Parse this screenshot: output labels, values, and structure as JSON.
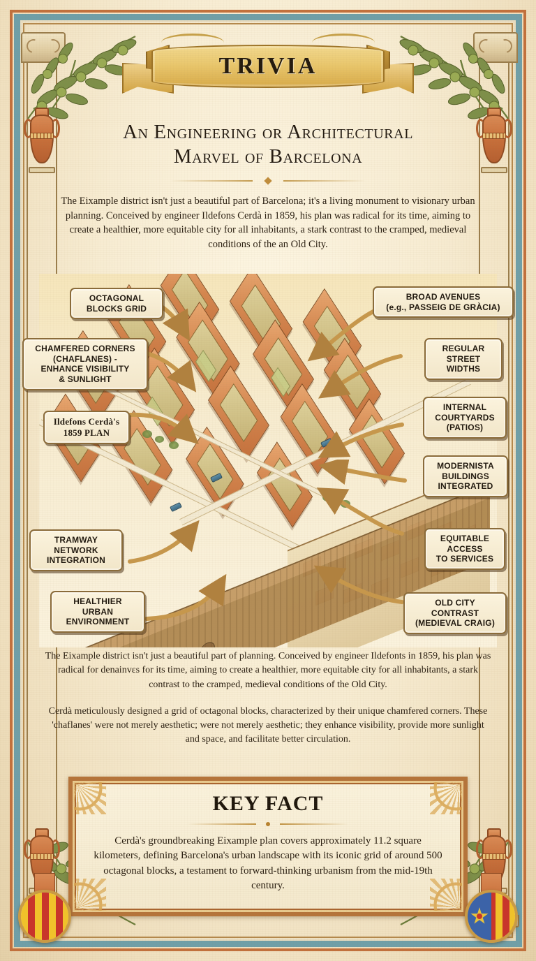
{
  "banner": {
    "title": "TRIVIA"
  },
  "header": {
    "title_line_1": "An Engineering or Architectural",
    "title_line_2": "Marvel of Barcelona"
  },
  "intro": {
    "text": "The Eixample district isn't just a beautiful part of Barcelona; it's a living monument to visionary urban planning. Conceived by engineer Ildefons Cerdà in 1859, his plan was radical for its time, aiming to create a healthier, more equitable city for all inhabitants, a stark contrast to the cramped, medieval conditions of the an Old City."
  },
  "illustration": {
    "description": "Isometric aerial illustration of Barcelona's Eixample octagonal city blocks with terracotta roofs, broad avenues, trams, internal courtyards and the contrasting medieval Old City",
    "callouts": [
      {
        "id": "octagonal-blocks-grid",
        "lines": [
          "OCTAGONAL",
          "BLOCKS GRID"
        ]
      },
      {
        "id": "chamfered-corners",
        "lines": [
          "CHAMFERED CORNERS",
          "(CHAFLANES) -",
          "ENHANCE VISIBILITY",
          "& SUNLIGHT"
        ]
      },
      {
        "id": "cerda-1859-plan",
        "lines": [
          "Ildefons Cerdà's",
          "1859 PLAN"
        ]
      },
      {
        "id": "tramway-network-integration",
        "lines": [
          "TRAMWAY",
          "NETWORK",
          "INTEGRATION"
        ]
      },
      {
        "id": "healthier-urban-environment",
        "lines": [
          "HEALTHIER",
          "URBAN",
          "ENVIRONMENT"
        ]
      },
      {
        "id": "broad-avenues",
        "lines": [
          "BROAD AVENUES",
          "(e.g., PASSEIG DE GRÀCIA)"
        ]
      },
      {
        "id": "regular-street-widths",
        "lines": [
          "REGULAR",
          "STREET",
          "WIDTHS"
        ]
      },
      {
        "id": "internal-courtyards",
        "lines": [
          "INTERNAL",
          "COURTYARDS",
          "(PATIOS)"
        ]
      },
      {
        "id": "modernista-buildings",
        "lines": [
          "MODERNISTA",
          "BUILDINGS",
          "INTEGRATED"
        ]
      },
      {
        "id": "equitable-access",
        "lines": [
          "EQUITABLE",
          "ACCESS",
          "TO SERVICES"
        ]
      },
      {
        "id": "old-city-contrast",
        "lines": [
          "OLD CITY",
          "CONTRAST",
          "(MEDIEVAL CRAIG)"
        ]
      }
    ]
  },
  "body": {
    "paragraph_1": "The Eixample district isn't just a beautiful part of planning.  Conceived by engineer Ildefonts in 1859, his plan was radical for denainvɛs for its time, aiming to create a healthier, more equitable city for all inhabitants, a stark contrast to the cramped, medieval conditions of the Old City.",
    "paragraph_2": "Cerdà meticulously designed a grid of octagonal blocks, characterized by their unique chamfered corners. These 'chaflanes' were not merely aesthetic;  were not merely aesthetic; they enhance visibility, provide more sunlight and space, and facilitate better circulation."
  },
  "key_fact": {
    "title": "KEY FACT",
    "text": "Cerdà's groundbreaking Eixample plan covers approximately 11.2 square kilometers, defining Barcelona's urban landscape with its iconic grid of around 500 octagonal blocks, a testament to forward-thinking urbanism from the mid-19th century."
  },
  "decorations": {
    "medallion_left": "Catalan senyera striped medallion",
    "medallion_right": "Blue and gold star with senyera stripes medallion",
    "amphora": "terracotta amphora vase",
    "olive_branch": "olive branch with green olives",
    "column": "fluted corinthian column"
  },
  "colors": {
    "paper": "#faf2dd",
    "frame_teal": "#6f9fa8",
    "frame_terracotta": "#c2703c",
    "gold": "#d8ab4a",
    "ink": "#2b2013",
    "roof_terracotta": "#c4703c",
    "senyera_red": "#c8352b",
    "senyera_yellow": "#f0c22b",
    "shield_blue": "#3c63a8"
  }
}
